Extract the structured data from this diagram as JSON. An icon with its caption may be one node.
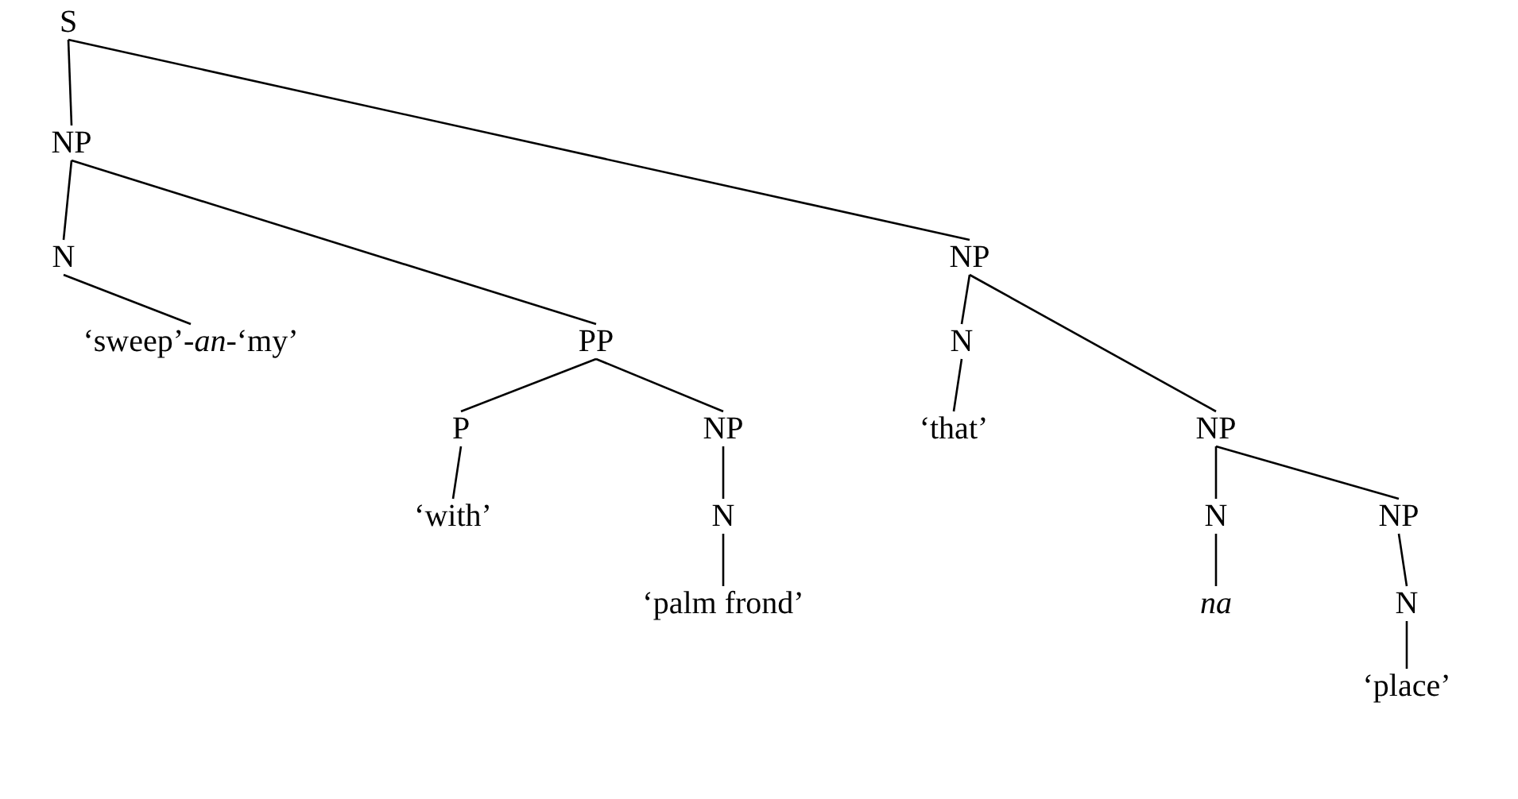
{
  "diagram": {
    "nodes": [
      {
        "text": [
          "S"
        ]
      },
      {
        "text": [
          "NP"
        ]
      },
      {
        "text": [
          "NP"
        ]
      },
      {
        "text": [
          "N"
        ]
      },
      {
        "text": [
          "‘sweep’-*an*-‘my’"
        ]
      },
      {
        "text": [
          "PP"
        ]
      },
      {
        "text": [
          "N"
        ]
      },
      {
        "text": [
          "P"
        ]
      },
      {
        "text": [
          "NP"
        ]
      },
      {
        "text": [
          "‘that’"
        ]
      },
      {
        "text": [
          "NP"
        ]
      },
      {
        "text": [
          "‘with’"
        ]
      },
      {
        "text": [
          "N"
        ]
      },
      {
        "text": [
          "N"
        ]
      },
      {
        "text": [
          "NP"
        ]
      },
      {
        "text": [
          "‘palm frond’"
        ]
      },
      {
        "text": [
          "na"
        ]
      },
      {
        "text": [
          "N"
        ]
      },
      {
        "text": [
          "‘place’"
        ]
      }
    ],
    "edges": [
      {
        "from": 0,
        "to": 1,
        "arrow": "none"
      },
      {
        "from": 0,
        "to": 2,
        "arrow": "none"
      },
      {
        "from": 1,
        "to": 3,
        "arrow": "none"
      },
      {
        "from": 1,
        "to": 5,
        "arrow": "none"
      },
      {
        "from": 3,
        "to": 4,
        "arrow": "none"
      },
      {
        "from": 2,
        "to": 6,
        "arrow": "none"
      },
      {
        "from": 2,
        "to": 10,
        "arrow": "none"
      },
      {
        "from": 5,
        "to": 7,
        "arrow": "none"
      },
      {
        "from": 5,
        "to": 8,
        "arrow": "none"
      },
      {
        "from": 6,
        "to": 9,
        "arrow": "none"
      },
      {
        "from": 7,
        "to": 11,
        "arrow": "none"
      },
      {
        "from": 8,
        "to": 12,
        "arrow": "none"
      },
      {
        "from": 10,
        "to": 13,
        "arrow": "none"
      },
      {
        "from": 10,
        "to": 14,
        "arrow": "none"
      },
      {
        "from": 12,
        "to": 15,
        "arrow": "none"
      },
      {
        "from": 13,
        "to": 16,
        "arrow": "none"
      },
      {
        "from": 14,
        "to": 17,
        "arrow": "none"
      },
      {
        "from": 17,
        "to": 18,
        "arrow": "none"
      }
    ]
  }
}
